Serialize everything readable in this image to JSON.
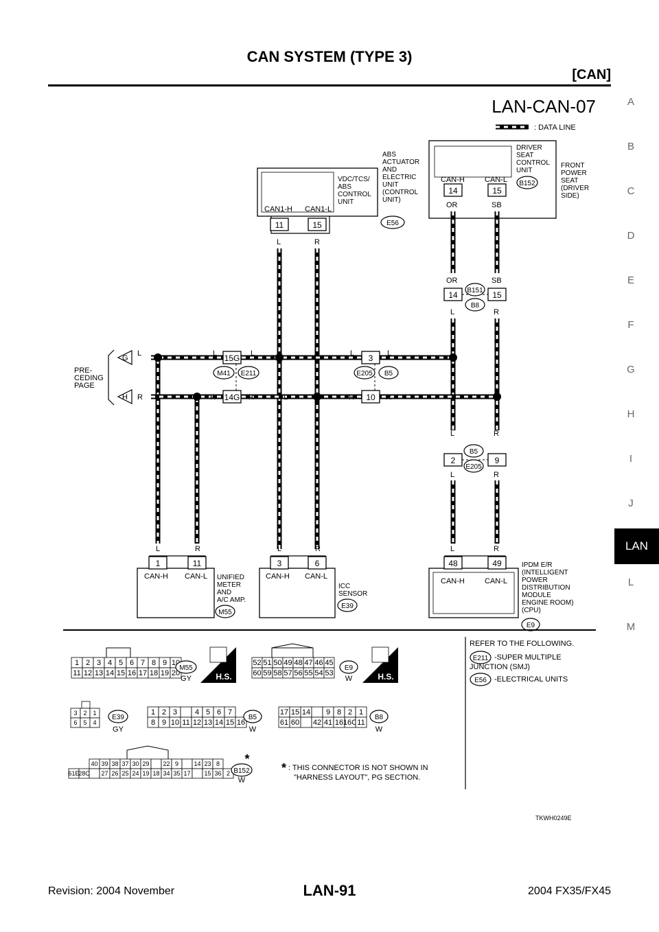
{
  "header": {
    "title": "CAN SYSTEM (TYPE 3)",
    "section": "[CAN]"
  },
  "diagram_id": "LAN-CAN-07",
  "legend": {
    "data_line": ": DATA LINE"
  },
  "side_tabs": [
    "A",
    "B",
    "C",
    "D",
    "E",
    "F",
    "G",
    "H",
    "I",
    "J",
    "LAN",
    "L",
    "M"
  ],
  "components": {
    "vdc": {
      "name": [
        "VDC/TCS/",
        "ABS",
        "CONTROL",
        "UNIT"
      ],
      "outer": [
        "ABS",
        "ACTUATOR",
        "AND",
        "ELECTRIC",
        "UNIT",
        "(CONTROL",
        "UNIT)"
      ],
      "conn": "E56",
      "pins": [
        "CAN1-H",
        "CAN1-L"
      ],
      "nums": [
        "11",
        "15"
      ],
      "wires": [
        "L",
        "R"
      ]
    },
    "seat": {
      "name": [
        "DRIVER",
        "SEAT",
        "CONTROL",
        "UNIT"
      ],
      "outer": [
        "FRONT",
        "POWER",
        "SEAT",
        "(DRIVER",
        "SIDE)"
      ],
      "conn": "B152",
      "pins": [
        "CAN-H",
        "CAN-L"
      ],
      "nums": [
        "14",
        "15"
      ],
      "wires": [
        "OR",
        "SB"
      ]
    },
    "meter": {
      "name": [
        "UNIFIED",
        "METER",
        "AND",
        "A/C AMP."
      ],
      "conn": "M55",
      "pins": [
        "CAN-H",
        "CAN-L"
      ],
      "nums": [
        "1",
        "11"
      ],
      "wires": [
        "L",
        "R"
      ]
    },
    "icc": {
      "name": [
        "ICC",
        "SENSOR"
      ],
      "conn": "E39",
      "pins": [
        "CAN-H",
        "CAN-L"
      ],
      "nums": [
        "3",
        "6"
      ],
      "wires": [
        "L",
        "R"
      ]
    },
    "ipdm": {
      "name": [
        "IPDM E/R",
        "(INTELLIGENT",
        "POWER",
        "DISTRIBUTION",
        "MODULE",
        "ENGINE ROOM)",
        "(CPU)"
      ],
      "conn": "E9",
      "pins": [
        "CAN-H",
        "CAN-L"
      ],
      "nums": [
        "48",
        "49"
      ],
      "wires": [
        "L",
        "R"
      ]
    }
  },
  "junctions": {
    "b151": {
      "conns": [
        "B151",
        "B8"
      ],
      "nums": [
        "14",
        "15"
      ],
      "top_wires": [
        "OR",
        "SB"
      ],
      "bottom_wires": [
        "L",
        "R"
      ]
    },
    "m41": {
      "conns": [
        "M41",
        "E211"
      ],
      "nums": [
        "15G",
        "14G"
      ]
    },
    "e205": {
      "conns": [
        "E205",
        "B5"
      ],
      "nums": [
        "3",
        "10"
      ]
    },
    "b5": {
      "conns": [
        "B5",
        "E205"
      ],
      "nums": [
        "2",
        "9"
      ],
      "top_wires": [
        "L",
        "R"
      ],
      "bottom_wires": [
        "L",
        "R"
      ]
    }
  },
  "preceding": {
    "label": [
      "PRE-",
      "CEDING",
      "PAGE"
    ],
    "g": "G",
    "h": "H"
  },
  "wire_letters": {
    "l": "L",
    "r": "R"
  },
  "connector_tables": {
    "m55": {
      "row1": [
        "1",
        "2",
        "3",
        "4",
        "5",
        "6",
        "7",
        "8",
        "9",
        "10"
      ],
      "row2": [
        "11",
        "12",
        "13",
        "14",
        "15",
        "16",
        "17",
        "18",
        "19",
        "20"
      ],
      "name": "M55",
      "color": "GY"
    },
    "e9": {
      "row1": [
        "52",
        "51",
        "50",
        "49",
        "48",
        "47",
        "46",
        "45"
      ],
      "row2": [
        "60",
        "59",
        "58",
        "57",
        "56",
        "55",
        "54",
        "53"
      ],
      "name": "E9",
      "color": "W"
    },
    "hs": "H.S.",
    "e39": {
      "row1": [
        "3",
        "2",
        "1"
      ],
      "row2": [
        "6",
        "5",
        "4"
      ],
      "name": "E39",
      "color": "GY"
    },
    "b5": {
      "row1": [
        "1",
        "2",
        "3",
        "",
        "4",
        "5",
        "6",
        "7"
      ],
      "row2": [
        "8",
        "9",
        "10",
        "11",
        "12",
        "13",
        "14",
        "15",
        "16"
      ],
      "name": "B5",
      "color": "W"
    },
    "b8": {
      "row1": [
        "17",
        "15",
        "14",
        "",
        "9",
        "8",
        "2",
        "1"
      ],
      "row2": [
        "61",
        "60",
        "",
        "42",
        "41",
        "16",
        "16C",
        "11"
      ],
      "name": "B8",
      "color": "W"
    },
    "b152": {
      "row1": [
        "40",
        "39",
        "38",
        "37",
        "30",
        "29",
        "",
        "22",
        "9",
        "",
        "14",
        "23",
        "8"
      ],
      "row2": [
        "61E",
        "28C",
        "",
        "27",
        "26",
        "25",
        "24",
        "19",
        "18",
        "34",
        "35",
        "17",
        "",
        "15",
        "36",
        "2"
      ],
      "name": "B152",
      "color": "W",
      "star": "*"
    }
  },
  "refer": {
    "title": "REFER TO THE FOLLOWING.",
    "items": [
      {
        "code": "E211",
        "text": "-SUPER MULTIPLE",
        "text2": "JUNCTION (SMJ)"
      },
      {
        "code": "E56",
        "text": "-ELECTRICAL UNITS"
      }
    ]
  },
  "note": {
    "star": "*",
    "line1": ": THIS CONNECTOR IS NOT SHOWN IN",
    "line2": "\"HARNESS LAYOUT\", PG SECTION."
  },
  "figure_code": "TKWH0249E",
  "footer": {
    "revision": "Revision: 2004 November",
    "page": "LAN-91",
    "model": "2004 FX35/FX45"
  }
}
